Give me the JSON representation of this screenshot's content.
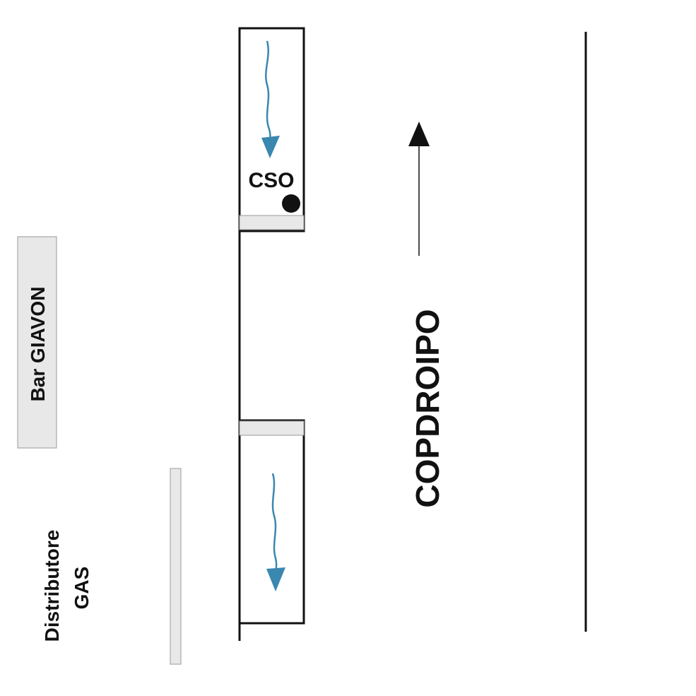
{
  "labels": {
    "cso": "CSO",
    "road_name": "COPDROIPO",
    "bar": "Bar GIAVON",
    "distributor_line1": "Distributore",
    "distributor_line2": "GAS"
  },
  "colors": {
    "stroke": "#111111",
    "flow_arrow": "#3a87b0",
    "sign_fill": "#e8e8e8",
    "sign_stroke": "#999999",
    "bar_fill": "#e8e8e8"
  },
  "icons": {
    "flow": "wavy-down-arrow-icon",
    "manhole": "filled-dot-icon",
    "direction": "up-arrow-icon"
  }
}
